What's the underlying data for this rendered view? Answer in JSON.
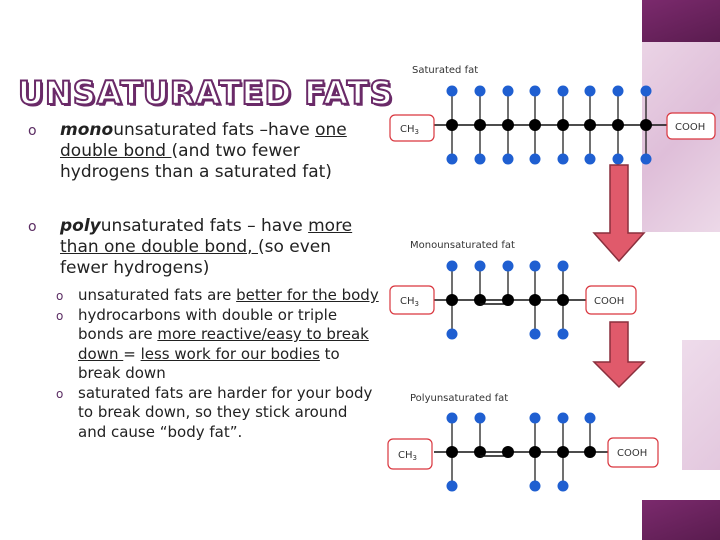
{
  "title": "UNSATURATED FATS",
  "bullets": {
    "mono": {
      "prefix": "mono",
      "rest_before": "unsaturated fats –have ",
      "underlined": "one double bond ",
      "rest_after": "(and two fewer hydrogens than a saturated fat)"
    },
    "poly": {
      "prefix": "poly",
      "rest_before": "unsaturated fats – have ",
      "underlined": "more than one double bond, ",
      "rest_after": "(so even fewer hydrogens)"
    },
    "sub": [
      {
        "a": "unsaturated fats are ",
        "u": "better for the body",
        "b": ""
      },
      {
        "a": "hydrocarbons with double or triple bonds are ",
        "u": "more reactive/easy to break down ",
        "b": "= ",
        "u2": "less work for our bodies",
        "c": " to break down"
      },
      {
        "a": "saturated fats  are harder for your body to break down, so they stick around and cause “body fat”."
      }
    ]
  },
  "diagram": {
    "saturated_label": "Saturated fat",
    "mono_label": "Monounsaturated fat",
    "poly_label": "Polyunsaturated fat",
    "ch3": "CH",
    "ch3_sub": "3",
    "cooh": "COOH"
  },
  "colors": {
    "accent": "#6a2a68",
    "hydrogen": "#1f5fd1",
    "carbon": "#000000",
    "arrow_fill": "#e05a6b",
    "arrow_stroke": "#8a2f3d",
    "box_stroke": "#d9363e"
  }
}
